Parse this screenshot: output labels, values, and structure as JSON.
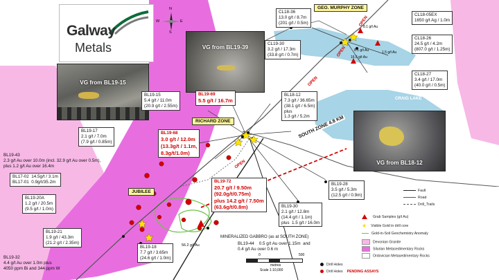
{
  "logo": {
    "line1": "Galway",
    "line2": "Metals",
    "mark_icon": "galway-swoosh-icon"
  },
  "compass": {
    "n": "N",
    "s": "S",
    "e": "E",
    "w": "W"
  },
  "zones": {
    "geo_murphy": "GEO. MURPHY ZONE",
    "richard": "RICHARD ZONE",
    "jubilee": "JUBILEE",
    "south_zone": "SOUTH ZONE 4.8 KM",
    "craig_lake": "CRAIG LAKE"
  },
  "photos": {
    "bl19_15": "VG from BL19-15",
    "bl19_39": "VG from BL19-39",
    "bl18_12": "VG from BL18-12"
  },
  "labels": {
    "cl18_36": {
      "l1": "CL18-36",
      "l2": "13.0 g/t / 8.7m",
      "l3": "(201 g/t / 0.5m)"
    },
    "cl18_05ex": {
      "l1": "CL18-05EX",
      "l2": "1650 g/t Ag / 1.0m"
    },
    "cl18_26": {
      "l1": "CL18-26",
      "l2": "24.5 g/t / 4.2m",
      "l3": "(807.0 g/t / 1.25m)"
    },
    "cl18_27": {
      "l1": "CL18-27",
      "l2": "3.4 g/t / 17.0m",
      "l3": "(40.0 g/t / 0.5m)"
    },
    "cl19_30": {
      "l1": "CL19-30",
      "l2": "3.2 g/t / 17.3m",
      "l3": "(33.8 g/t / 0.7m)"
    },
    "bl19_15": {
      "l1": "BL19-15",
      "l2": "5.4 g/t / 11.0m",
      "l3": "(20.9 g/t / 2.55m)"
    },
    "bl19_69": {
      "l1": "BL19-69",
      "l2": "5.5 g/t / 16.7m"
    },
    "bl18_12": {
      "l1": "BL18-12",
      "l2": "7.3 g/t / 36.65m",
      "l3": "(38.1 g/t / 6.5m)",
      "l4": "plus",
      "l5": "1.3 g/t / 5.2m"
    },
    "bl19_17": {
      "l1": "BL19-17",
      "l2": "2.1 g/t / 7.0m",
      "l3": "(7.9 g/t / 0.85m)"
    },
    "bl19_68": {
      "l1": "BL19-68",
      "l2": "3.0 g/t / 12.0m",
      "l3": "(13.3g/t / 1.1m,",
      "l4": "8.3g/t/1.0m)"
    },
    "bl19_43": {
      "l1": "BL19-43",
      "l2": "2.3 g/t Au over 10.0m (incl. 32.9 g/t Au over 0.5m),",
      "l3": "plus 1.2 g/t Au over 16.4m"
    },
    "bl17_02": {
      "l1": "BL17-02  14.5g/t / 3.1m",
      "l2": "BL17-01  0.9g/t/35.2m"
    },
    "bl19_20a": {
      "l1": "BL19-20A",
      "l2": "1.2 g/t / 20.5m",
      "l3": "(9.5 g/t / 1.0m)"
    },
    "bl19_21": {
      "l1": "BL19-21",
      "l2": "1.9 g/t / 43.3m",
      "l3": "(21.2 g/t / 2.35m)"
    },
    "bl19_32": {
      "l1": "BL19-32",
      "l2": "4.4 g/t Au over 1.0m plus",
      "l3": "4050 ppm Bi and 344 ppm W"
    },
    "bl19_18": {
      "l1": "BL19-18",
      "l2": "7.7 g/t / 3.65m",
      "l3": "(24.6 g/t / 1.0m)"
    },
    "bl19_72": {
      "l1": "BL19-72",
      "l2": "20.7 g/t / 9.50m",
      "l3": "(92.0g/t/0.75m)",
      "l4": "plus 14.2 g/t / 7.50m",
      "l5": "(63.6g/t/0.8m)"
    },
    "bl19_28": {
      "l1": "BL19-28",
      "l2": "3.5 g/t / 5.3m",
      "l3": "(12.5 g/t / 0.9m)"
    },
    "bl19_30": {
      "l1": "BL19-30",
      "l2": "2.1 g/t / 12.8m",
      "l3": "(14.4 g/t / 1.1m)",
      "l4": "plus  1.5 g/t / 16.0m"
    },
    "bl19_44": {
      "l1": "BL19-44    0.5 g/t Au over 1.15m  and",
      "l2": "0.4 g/t Au over 0.6 m"
    },
    "gabbro": "MINERALIZED GABBRO (as at SOUTH ZONE)",
    "point_56": "56.2 g/t Au",
    "gr1": "8.1 g/t Au",
    "gr2": "1.5 g/t Au",
    "gr3": "16.5 g/t Au",
    "gr4": "8.1 g/t Au",
    "open": "OPEN"
  },
  "scale": {
    "zero": "0",
    "five_hundred": "500",
    "unit": "metres",
    "ratio": "Scale 1:10,000"
  },
  "legend": {
    "fault": "Fault",
    "road": "Road",
    "drill_trails": "Drill_Trails",
    "grab": "Grab Samples (g/t Au)",
    "visible_gold": "Visible Gold in drill core",
    "soil": "Gold-in-Soil Geochemistry Anomaly",
    "devonian": "Devonian Granite",
    "silurian": "Silurian Metasedimentary Rocks",
    "ordovician": "Ordovician Metasedimentary Rocks",
    "drill_holes": "Drill Holes",
    "drill_holes2": "Drill Holes",
    "pending": "PENDING ASSAYS"
  },
  "colors": {
    "granite_pink": "#f7b8e6",
    "silurian_purple": "#e86ee0",
    "ordovician_white": "#ffffff",
    "lake_blue": "#a7d4e6",
    "soil_green": "#6cc24a",
    "assay_red": "#d40000",
    "zone_yellow": "#fff799"
  }
}
